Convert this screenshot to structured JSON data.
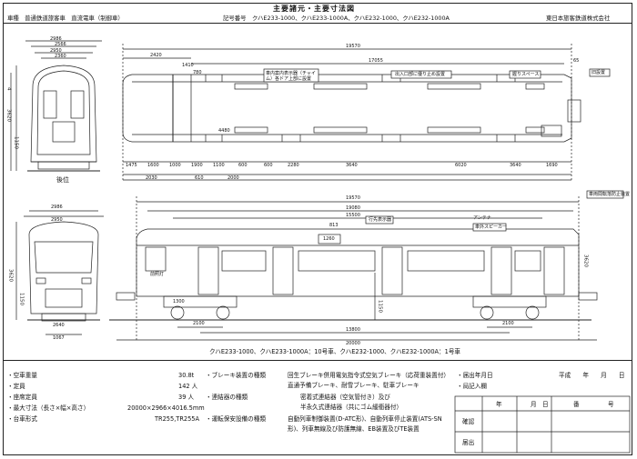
{
  "header": {
    "title": "主要諸元・主要寸法図",
    "type_label": "車種　普通鉄道旅客車　直流電車（制御車）",
    "kigo_label": "記号番号",
    "kigo_value": "クハE233-1000、クハE233-1000A、クハE232-1000、クハE232-1000A",
    "company": "東日本旅客鉄道株式会社"
  },
  "plan_view": {
    "dims": {
      "overall": "19570",
      "body_inner": "17055",
      "left_a": "2420",
      "left_b": "1410",
      "left_c": "780",
      "right_a": "65",
      "b1475": "1475",
      "b1600": "1600",
      "b1000": "1000",
      "b1900": "1900",
      "b1100": "1100",
      "b600a": "600",
      "b600b": "600",
      "b2280": "2280",
      "b3640": "3640",
      "b6020": "6020",
      "b3640b": "3640",
      "b1690": "1690",
      "b2030": "2030",
      "b4480": "4480",
      "b610": "610",
      "b2000": "2000"
    },
    "labels": {
      "chime": "車内案内表示器（チャイム）各ドア上部に設置",
      "priority": "出入口部に優り止め設置",
      "handle": "握りスペース",
      "vendor": "旧設置",
      "dest": "車両間転落防止装置"
    }
  },
  "side_view": {
    "dims": {
      "overall": "19570",
      "b19080": "19080",
      "b15500": "15500",
      "b813": "813",
      "b1260": "1260",
      "b1300": "1300",
      "b2100a": "2100",
      "b2100b": "2100",
      "b13800": "13800",
      "b20000": "20000",
      "b1150": "1150",
      "b3620": "3620"
    },
    "labels": {
      "dest_box": "行先表示器",
      "loud": "車外スピーカー",
      "antenna": "アンテナ",
      "ptn": "前照灯"
    }
  },
  "cross_section": {
    "label": "後位",
    "dims": {
      "w2986": "2986",
      "w2950": "2950",
      "w2566": "2566",
      "w2360": "2360",
      "h4": "4",
      "h3620": "3620",
      "h1150": "1150"
    }
  },
  "front_view": {
    "dims": {
      "w2950": "2950",
      "w2986": "2986",
      "w2640": "2640",
      "w1067": "1067",
      "h3620": "3620",
      "h1150": "1150"
    }
  },
  "caption": "クハE233-1000、クハE233-1000A：10号車、クハE232-1000、クハE232-1000A：1号車",
  "specs": [
    {
      "label": "・空車重量",
      "value": "30.8t"
    },
    {
      "label": "・定員",
      "value": "142 人"
    },
    {
      "label": "・座席定員",
      "value": "39 人"
    },
    {
      "label": "・最大寸法（長さ×幅×高さ）",
      "value": "20000×2966×4016.5mm"
    },
    {
      "label": "・台車形式",
      "value": "TR255,TR255A"
    }
  ],
  "devices": [
    {
      "label": "・ブレーキ装置の種類",
      "value": "回生ブレーキ併用電気指令式空気ブレーキ（応荷重装置付）",
      "value2": "直通予備ブレーキ、耐雪ブレーキ、駐車ブレーキ"
    },
    {
      "label": "・連結器の種類",
      "value": "密着式連結器（空気管付き）及び",
      "value2": "半永久式連結器（共にゴム緩衝器付）"
    },
    {
      "label": "・運転保安設備の種類",
      "value": "自動列車制御装置(D-ATC形)、自動列車停止装置(ATS-SN",
      "value2": "形)、列車無線及び防護無線、EB装置及びTE装置"
    }
  ],
  "registry": {
    "reported_date_label": "・届出年月日",
    "reported_date_value": "平成　　年　　月　　日",
    "record_label": "・局記入欄",
    "table_headers": [
      "年",
      "月",
      "日",
      "番",
      "号"
    ],
    "row_labels": [
      "確認",
      "届出"
    ]
  }
}
